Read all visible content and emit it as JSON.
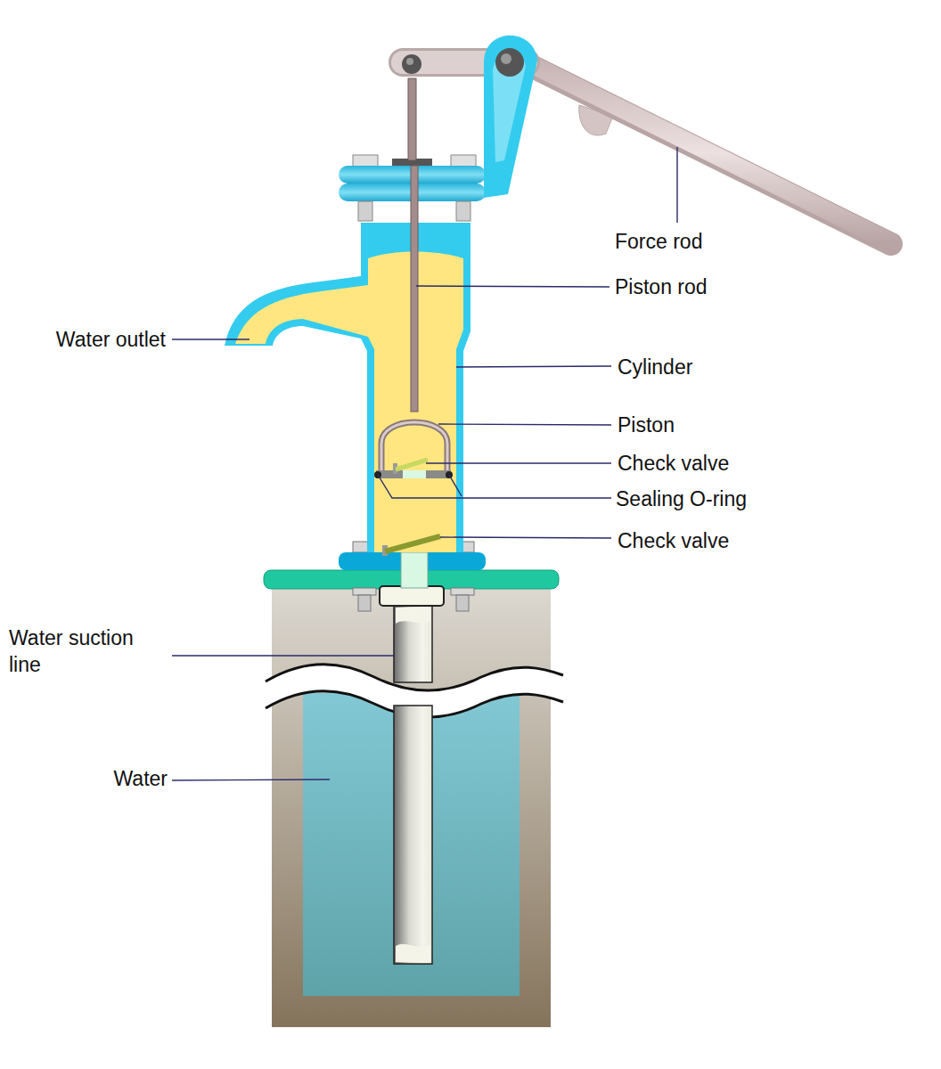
{
  "diagram": {
    "labels": [
      "Force rod",
      "Piston rod",
      "Cylinder",
      "Piston",
      "Check valve",
      "Sealing O-ring",
      "Check valve",
      "Water outlet",
      "Water suction line",
      "Water"
    ]
  }
}
